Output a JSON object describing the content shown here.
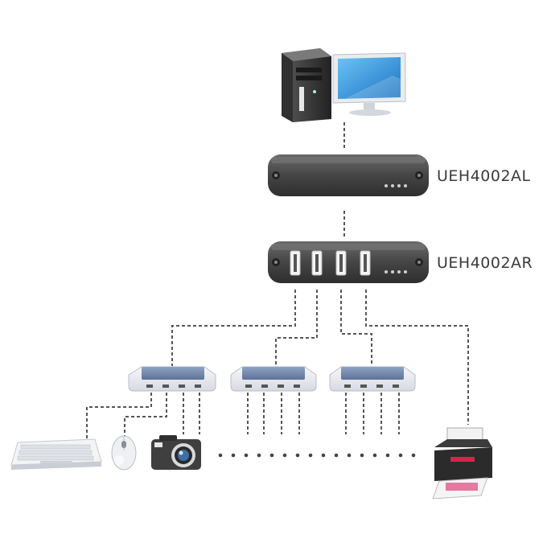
{
  "devices": {
    "local_unit": {
      "model": "UEH4002AL",
      "icon": "usb-extender-local-icon"
    },
    "remote_unit": {
      "model": "UEH4002AR",
      "icon": "usb-extender-remote-icon",
      "usb_ports": 4
    },
    "computer": {
      "icon": "desktop-computer-icon"
    },
    "hubs": [
      {
        "icon": "usb-hub-icon"
      },
      {
        "icon": "usb-hub-icon"
      },
      {
        "icon": "usb-hub-icon"
      }
    ],
    "peripherals": [
      {
        "icon": "keyboard-icon"
      },
      {
        "icon": "mouse-icon"
      },
      {
        "icon": "camera-icon"
      },
      {
        "icon": "printer-icon"
      }
    ]
  },
  "colors": {
    "unit_body": "#4a4a4a",
    "hub_top": "#6f84a8",
    "cable": "#555555",
    "monitor_screen": "#2d8fd8",
    "printer_accent": "#d8244a"
  }
}
